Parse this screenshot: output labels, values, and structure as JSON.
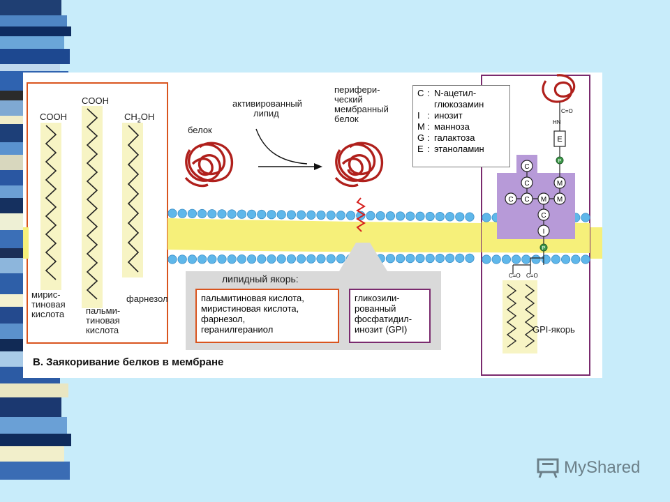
{
  "stripes": [
    {
      "color": "#1f3f73",
      "h": 22
    },
    {
      "color": "#4f86c4",
      "h": 16
    },
    {
      "color": "#0e2c60",
      "h": 14
    },
    {
      "color": "#6aa6d8",
      "h": 18
    },
    {
      "color": "#1d4890",
      "h": 22
    },
    {
      "color": "#bfd8ee",
      "h": 10
    },
    {
      "color": "#2f63b0",
      "h": 28
    },
    {
      "color": "#2b2b2b",
      "h": 14
    },
    {
      "color": "#7fa9d3",
      "h": 22
    },
    {
      "color": "#f0ecc8",
      "h": 12
    },
    {
      "color": "#1d3f78",
      "h": 26
    },
    {
      "color": "#5a92cf",
      "h": 18
    },
    {
      "color": "#d8d7be",
      "h": 22
    },
    {
      "color": "#2a57a2",
      "h": 22
    },
    {
      "color": "#6c9fd4",
      "h": 18
    },
    {
      "color": "#15305f",
      "h": 22
    },
    {
      "color": "#eef0d5",
      "h": 24
    },
    {
      "color": "#3b6fb7",
      "h": 26
    },
    {
      "color": "#1c2f57",
      "h": 14
    },
    {
      "color": "#8db6dc",
      "h": 22
    },
    {
      "color": "#2e5fa8",
      "h": 30
    },
    {
      "color": "#f4f1cf",
      "h": 18
    },
    {
      "color": "#244a8e",
      "h": 24
    },
    {
      "color": "#5b91cc",
      "h": 22
    },
    {
      "color": "#112a55",
      "h": 18
    },
    {
      "color": "#a9cbe8",
      "h": 22
    },
    {
      "color": "#2c5ba4",
      "h": 24
    },
    {
      "color": "#e9e6c2",
      "h": 20
    },
    {
      "color": "#1b3870",
      "h": 28
    },
    {
      "color": "#6aa0d6",
      "h": 24
    },
    {
      "color": "#0f2b5c",
      "h": 18
    },
    {
      "color": "#f2efcb",
      "h": 22
    },
    {
      "color": "#3a6cb4",
      "h": 26
    }
  ],
  "labels": {
    "cooh1": "COOH",
    "cooh2": "COOH",
    "ch2oh_main": "CH",
    "ch2oh_sub": "2",
    "ch2oh_end": "OH",
    "myristic": [
      "мирис-",
      "тиновая",
      "кислота"
    ],
    "palmitic": [
      "пальми-",
      "тиновая",
      "кислота"
    ],
    "farnesol": "фарнезол",
    "protein": "белок",
    "activated_lipid": [
      "активированный",
      "липид"
    ],
    "peripheral": [
      "перифери-",
      "ческий",
      "мембранный",
      "белок"
    ],
    "anchor_title": "липидный якорь:",
    "box1": [
      "пальмитиновая кислота,",
      "миристиновая кислота,",
      "фарнезол,",
      "геранилгераниол"
    ],
    "box2": [
      "гликозили-",
      "рованный",
      "фосфатидил-",
      "инозит (GPI)"
    ],
    "gpi_anchor": "GPI-якорь",
    "caption": "В. Заякоривание белков в мембране",
    "sugar_c": "C",
    "sugar_i": "I",
    "sugar_m": "M",
    "sugar_e": "E",
    "sugar_p": "P",
    "co": "C=O",
    "hn": "HN"
  },
  "legend": [
    {
      "k": "C",
      "v": "N-ацетил-"
    },
    {
      "k": "",
      "v": "глюкозамин"
    },
    {
      "k": "I",
      "v": "инозит"
    },
    {
      "k": "M",
      "v": "манноза"
    },
    {
      "k": "G",
      "v": "галактоза"
    },
    {
      "k": "E",
      "v": "этаноламин"
    }
  ],
  "watermark": "MyShared",
  "colors": {
    "protein": "#b0201c",
    "bead": "#5fb7ea",
    "lipid_band": "#f6f07a",
    "box_orange": "#d9541e",
    "box_purple": "#7a2a6e",
    "sugar_bg": "#b79ad8"
  }
}
